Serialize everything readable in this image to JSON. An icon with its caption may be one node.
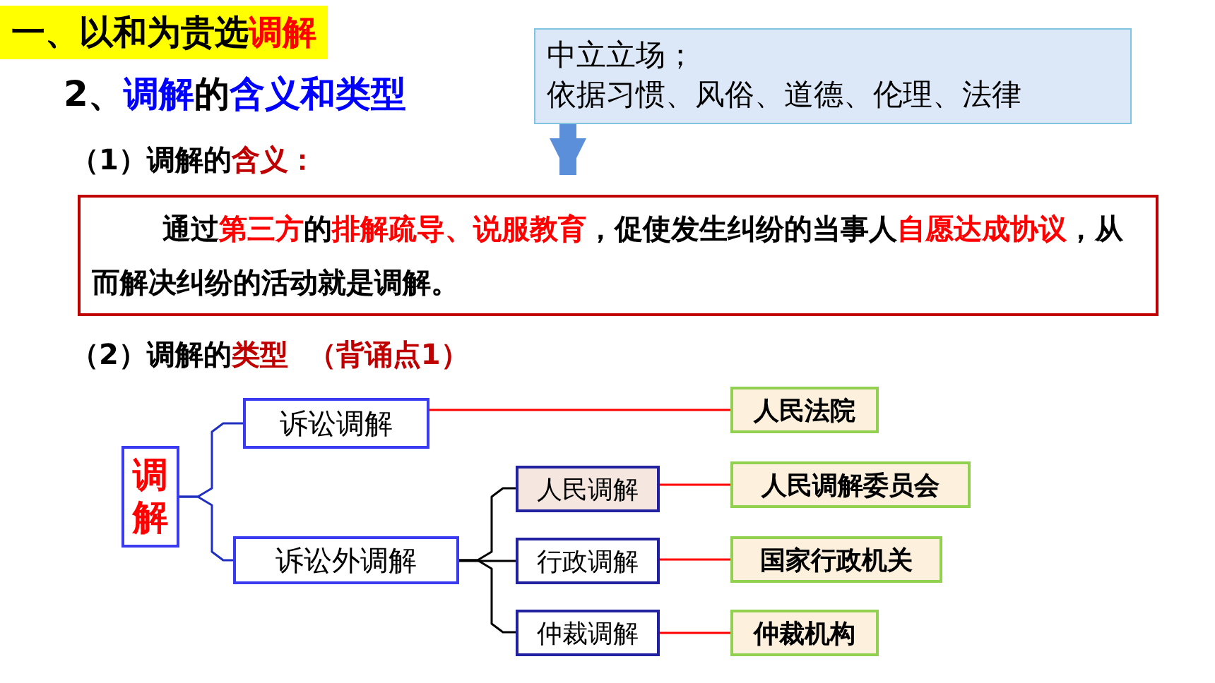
{
  "diagram": {
    "title": "一、以和为贵选**调解**",
    "nodes": [
      {
        "text": [
          "中立立场；",
          "依据习惯、风俗、道德、伦理、法律"
        ]
      },
      {
        "text": [
          "通过**第三方**的**排解疏导、说服教育**，促使发生纠纷的当事人**自愿达成协议**，从而解决纠纷的活动就是调解。"
        ]
      },
      {
        "text": [
          "调解"
        ]
      },
      {
        "text": [
          "诉讼调解"
        ]
      },
      {
        "text": [
          "诉讼外调解"
        ]
      },
      {
        "text": [
          "人民调解"
        ]
      },
      {
        "text": [
          "行政调解"
        ]
      },
      {
        "text": [
          "仲裁调解"
        ]
      },
      {
        "text": [
          "人民法院"
        ]
      },
      {
        "text": [
          "人民调解委员会"
        ]
      },
      {
        "text": [
          "国家行政机关"
        ]
      },
      {
        "text": [
          "仲裁机构"
        ]
      }
    ],
    "edges": [
      {
        "from": 0,
        "to": 1,
        "arrow": "to",
        "style": "thick",
        "color": "#5b8fd9"
      },
      {
        "from": 2,
        "to": 3,
        "arrow": "none",
        "color": "#1f2fbf"
      },
      {
        "from": 2,
        "to": 4,
        "arrow": "none",
        "color": "#1f2fbf"
      },
      {
        "from": 4,
        "to": 5,
        "arrow": "none",
        "color": "#000000"
      },
      {
        "from": 4,
        "to": 6,
        "arrow": "none",
        "color": "#000000"
      },
      {
        "from": 4,
        "to": 7,
        "arrow": "none",
        "color": "#000000"
      },
      {
        "from": 3,
        "to": 8,
        "arrow": "none"
      },
      {
        "from": 5,
        "to": 9,
        "arrow": "none"
      },
      {
        "from": 6,
        "to": 10,
        "arrow": "none"
      },
      {
        "from": 7,
        "to": 11,
        "arrow": "none"
      }
    ],
    "labels": [
      "2、**调解**的**含义和类型**",
      "（1）调解的**含义：**",
      "（2）调解的**类型  （背诵点1）**"
    ]
  }
}
